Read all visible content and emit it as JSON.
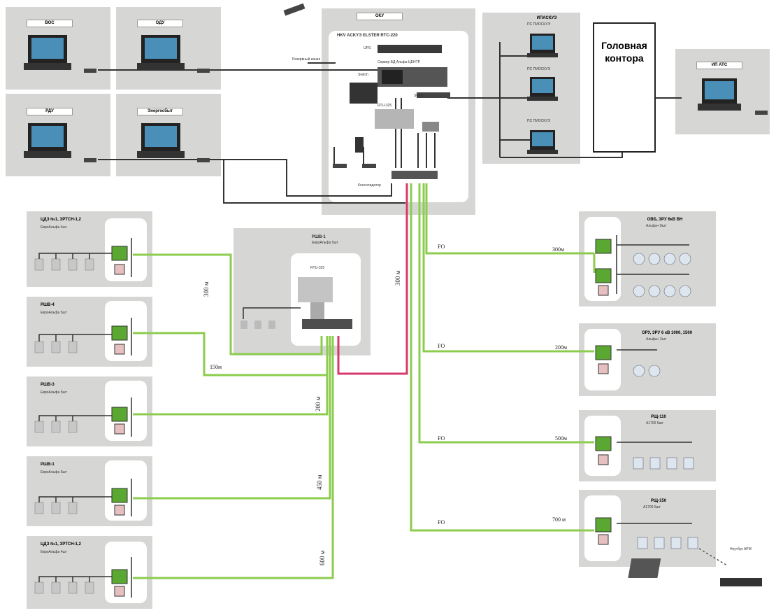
{
  "top_left": {
    "boxes": [
      {
        "label": "ВОС"
      },
      {
        "label": "ОДУ"
      },
      {
        "label": "РДУ"
      },
      {
        "label": "Энергосбыт"
      }
    ]
  },
  "center": {
    "title": "ОКУ",
    "subtitle": "HKV ACKYЭ ELSTER RTC-220",
    "labels": [
      "UPS",
      "Сервер БД Альфа ЦЕНТР",
      "Switch",
      "RTU-325",
      "Консолидатор",
      "Резервный канал",
      "Switch"
    ]
  },
  "right_group": {
    "title": "ИПАСКУЭ",
    "items": [
      "ПС ПИОСКУЭ",
      "ПС ПИОСКУЭ",
      "ПС ПИОСКУЭ"
    ]
  },
  "head_office": {
    "line1": "Головная",
    "line2": "контора"
  },
  "far_right": {
    "label": "ИП АТС"
  },
  "mid_panel": {
    "title": "РШВ-1",
    "subtitle": "ЕвроАльфа 5шт",
    "device": "RTU-325"
  },
  "left_boxes": [
    {
      "title": "ЦДЗ №1, ЗРТСН-1,2",
      "subtitle": "ЕвроАльфа 4шт"
    },
    {
      "title": "РШВ-4",
      "subtitle": "ЕвроАльфа 5шт"
    },
    {
      "title": "РШВ-3",
      "subtitle": "ЕвроАльфа 5шт"
    },
    {
      "title": "РШВ-1",
      "subtitle": "ЕвроАльфа 5шт"
    },
    {
      "title": "ЦДЗ №1, ЗРТСН-1,2",
      "subtitle": "ЕвроАльфа 4шт"
    }
  ],
  "right_boxes": [
    {
      "title": "ОВБ, ЗРУ 6кВ ВН",
      "subtitle": "Альфа+ 8шт"
    },
    {
      "title": "ОРУ, ЗРУ 6 кВ 1000, 1500",
      "subtitle": "Альфа+ 2шт"
    },
    {
      "title": "РЩ-110",
      "subtitle": "А1700 5шт"
    },
    {
      "title": "РЩ-150",
      "subtitle": "А1700 5шт"
    }
  ],
  "distances": {
    "v300_left": "300 м",
    "v300_center": "300 м",
    "h150": "150м",
    "v200": "200 м",
    "v450": "450 м",
    "v600": "600 м",
    "r300": "300м",
    "r200": "200м",
    "r500": "500м",
    "r700": "700 м",
    "fo": "FO"
  },
  "laptop_label": "Ноутбук АРМ",
  "colors": {
    "fiber": "#8ccc4e",
    "red_link": "#d8386c",
    "panel": "#d6d7d5",
    "device_green": "#5aa832"
  }
}
